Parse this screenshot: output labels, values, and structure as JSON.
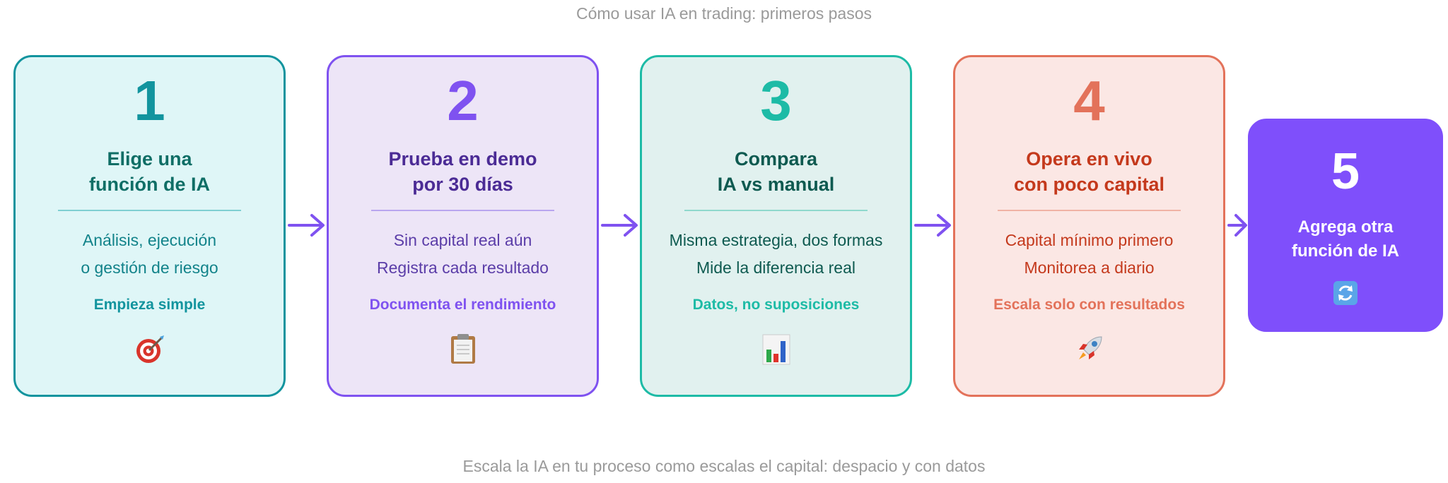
{
  "title": "Cómo usar IA en trading: primeros pasos",
  "footer": "Escala la IA en tu proceso como escalas el capital: despacio y con datos",
  "colors": {
    "accent_arrow": "#7f52f0",
    "step1": "#12949e",
    "step2": "#7f52f0",
    "step3": "#1dbba6",
    "step4": "#e3725a",
    "step5": "#7f4ffb"
  },
  "steps": [
    {
      "number": "1",
      "heading": [
        "Elige una",
        "función de IA"
      ],
      "body": [
        "Análisis, ejecución",
        "o gestión de riesgo"
      ],
      "tag": "Empieza simple",
      "icon": "target-icon"
    },
    {
      "number": "2",
      "heading": [
        "Prueba en demo",
        "por 30 días"
      ],
      "body": [
        "Sin capital real aún",
        "Registra cada resultado"
      ],
      "tag": "Documenta el rendimiento",
      "icon": "clipboard-icon"
    },
    {
      "number": "3",
      "heading": [
        "Compara",
        "IA vs manual"
      ],
      "body": [
        "Misma estrategia, dos formas",
        "Mide la diferencia real"
      ],
      "tag": "Datos, no suposiciones",
      "icon": "bar-chart-icon"
    },
    {
      "number": "4",
      "heading": [
        "Opera en vivo",
        "con poco capital"
      ],
      "body": [
        "Capital mínimo primero",
        "Monitorea a diario"
      ],
      "tag": "Escala solo con resultados",
      "icon": "rocket-icon"
    },
    {
      "number": "5",
      "heading": [
        "Agrega otra",
        "función de IA"
      ],
      "icon": "repeat-icon"
    }
  ]
}
